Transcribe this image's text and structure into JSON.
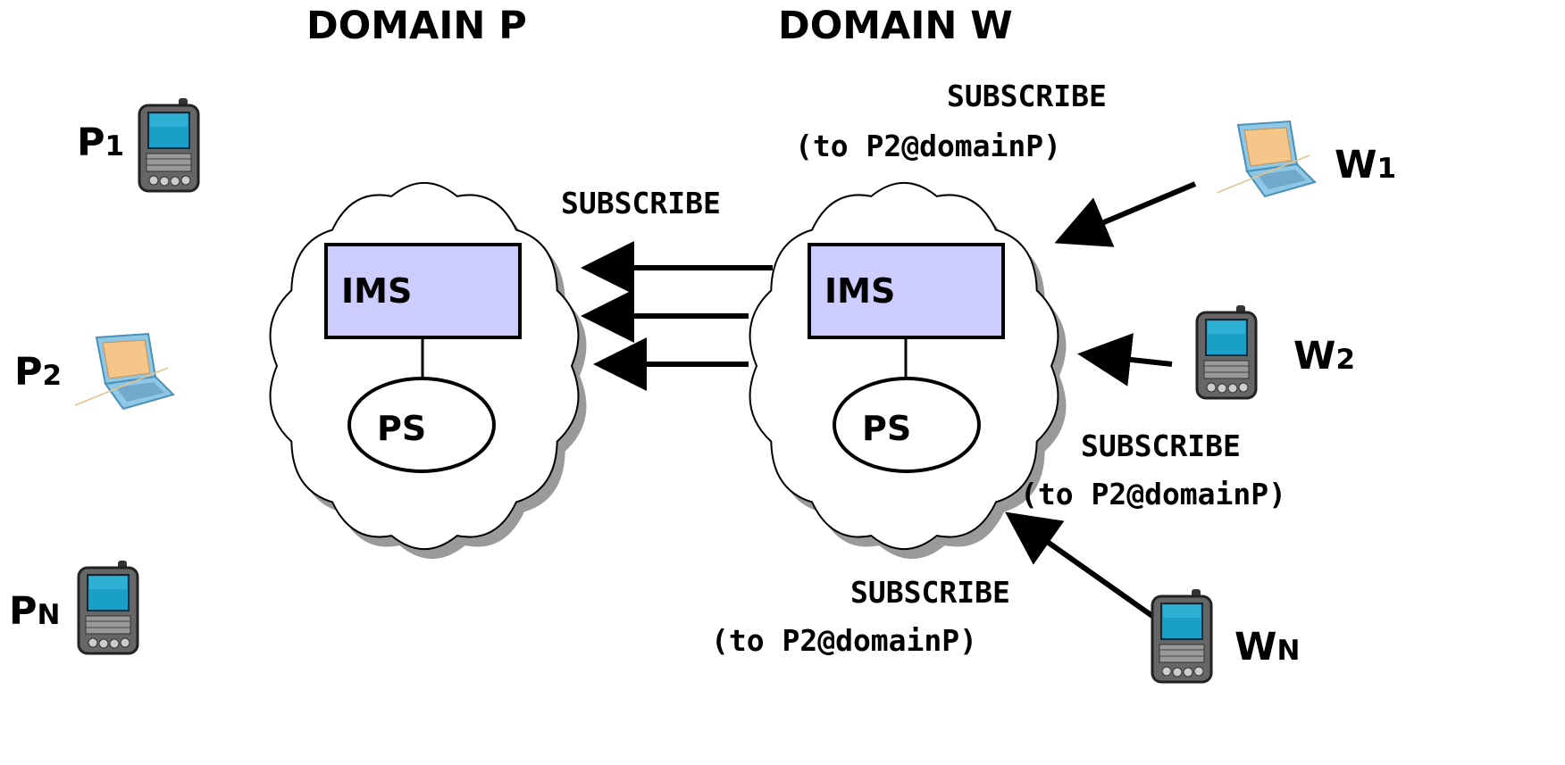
{
  "domains": {
    "p": {
      "title": "DOMAIN P",
      "ims": "IMS",
      "ps": "PS"
    },
    "w": {
      "title": "DOMAIN W",
      "ims": "IMS",
      "ps": "PS"
    }
  },
  "devices": {
    "p1": {
      "name": "P",
      "sub": "1",
      "icon": "pda-icon"
    },
    "p2": {
      "name": "P",
      "sub": "2",
      "icon": "laptop-icon"
    },
    "pn": {
      "name": "P",
      "sub": "N",
      "icon": "pda-icon"
    },
    "w1": {
      "name": "W",
      "sub": "1",
      "icon": "laptop-icon"
    },
    "w2": {
      "name": "W",
      "sub": "2",
      "icon": "pda-icon"
    },
    "wn": {
      "name": "W",
      "sub": "N",
      "icon": "pda-icon"
    }
  },
  "messages": {
    "inter_domain": "SUBSCRIBE",
    "w1": {
      "line1": "SUBSCRIBE",
      "line2": "(to P2@domainP)"
    },
    "w2": {
      "line1": "SUBSCRIBE",
      "line2": "(to P2@domainP)"
    },
    "wn": {
      "line1": "SUBSCRIBE",
      "line2": "(to P2@domainP)"
    }
  },
  "colors": {
    "ims_fill": "#ccccff",
    "cloud_shadow": "#9a9a9a",
    "screen": "#1aa0c8",
    "laptop_body": "#8ec8e6",
    "laptop_screen": "#f6c58a"
  }
}
